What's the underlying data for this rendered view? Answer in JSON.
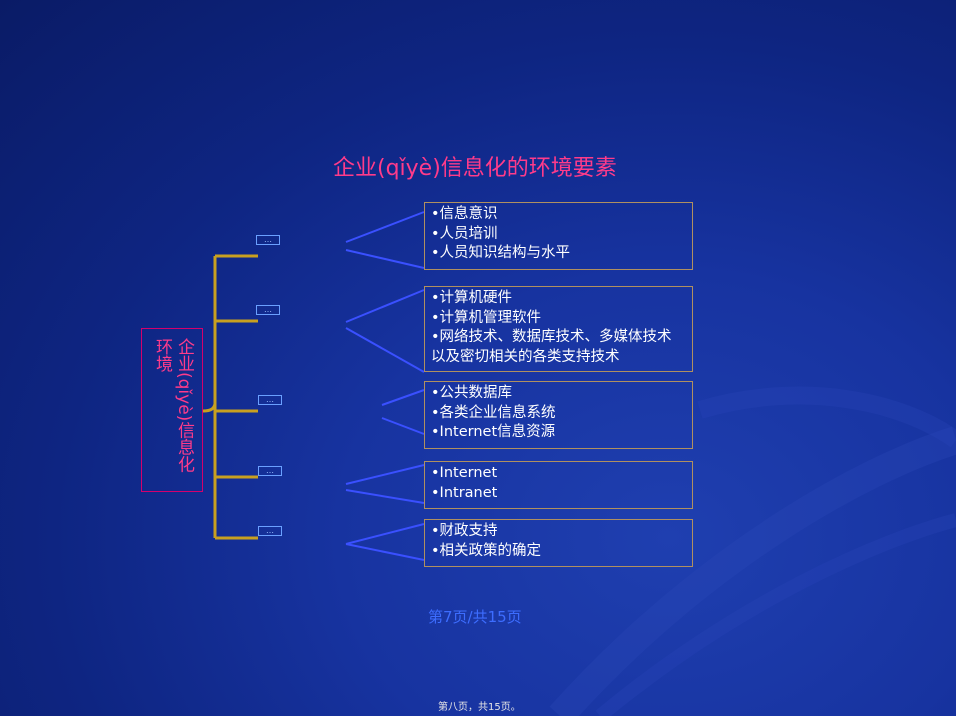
{
  "title": "企业(qǐyè)信息化的环境要素",
  "root": {
    "line1": "企业(qǐyè)信息化",
    "line2": "环境"
  },
  "branches": [
    {
      "tag": "…",
      "items": [
        "•信息意识",
        "•人员培训",
        "•人员知识结构与水平"
      ]
    },
    {
      "tag": "…",
      "items": [
        "•计算机硬件",
        "•计算机管理软件",
        "•网络技术、数据库技术、多媒体技术以及密切相关的各类支持技术"
      ]
    },
    {
      "tag": "…",
      "items": [
        "•公共数据库",
        "•各类企业信息系统",
        "•Internet信息资源"
      ]
    },
    {
      "tag": "…",
      "items": [
        "•Internet",
        "•Intranet"
      ]
    },
    {
      "tag": "…",
      "items": [
        "•财政支持",
        "•相关政策的确定"
      ]
    }
  ],
  "footer": {
    "page_label": "第7页/共15页",
    "page_note": "第八页，共15页。"
  },
  "colors": {
    "title": "#ff3b8a",
    "bracket": "#c8a020",
    "connector": "#3a50ff",
    "box_border": "#b09060"
  }
}
